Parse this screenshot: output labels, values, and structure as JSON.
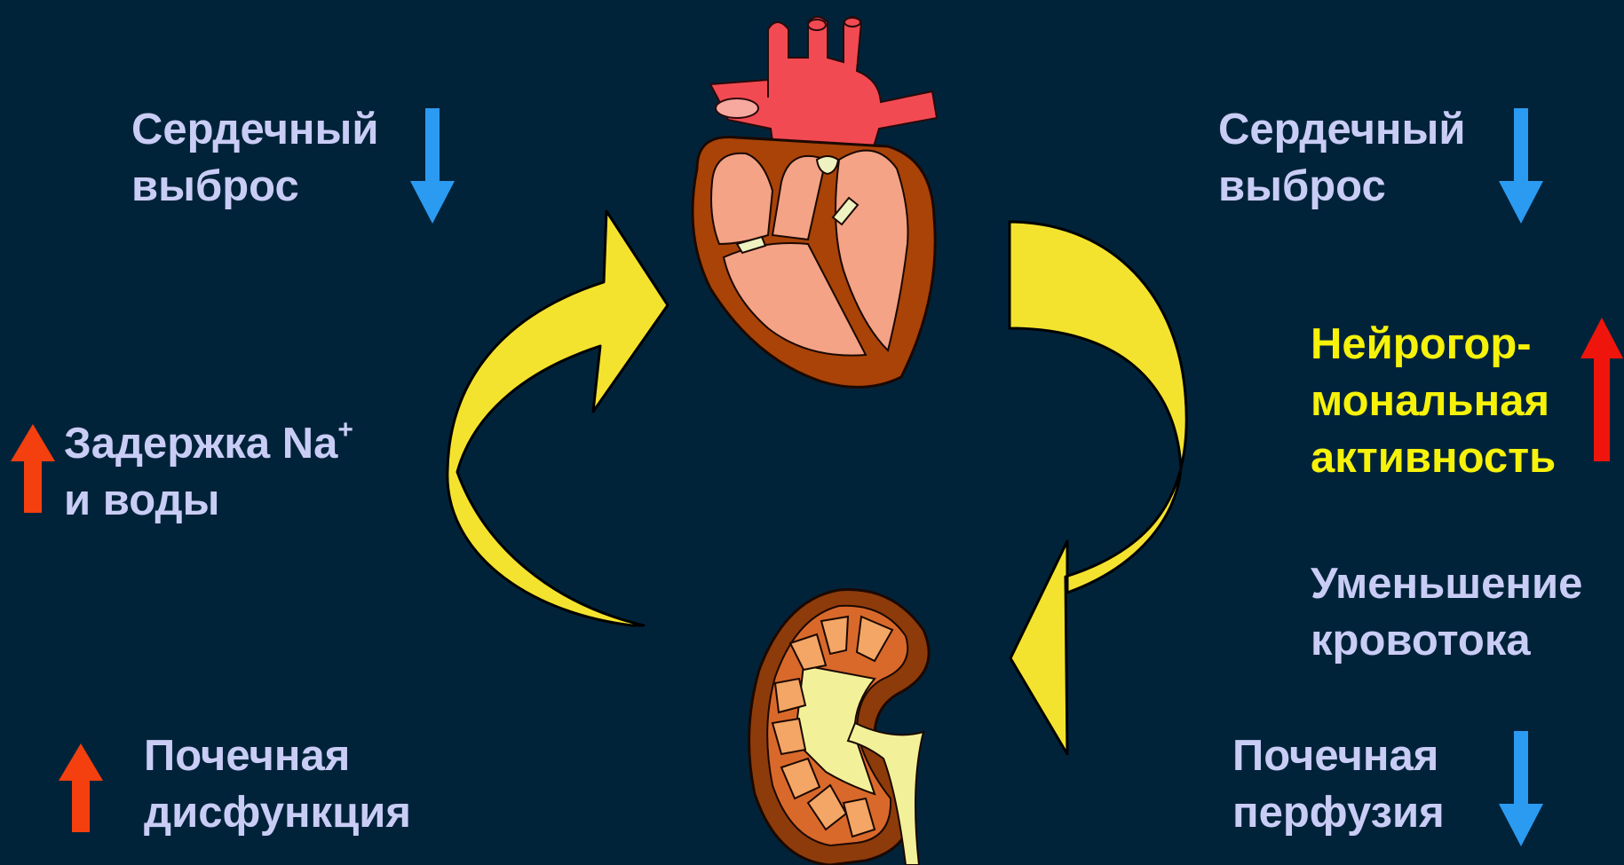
{
  "colors": {
    "background": "#01233a",
    "label": "#c9cdf6",
    "label_highlight": "#f6f20a",
    "cycle_arrow": "#f4e32e",
    "arrow_down": "#2b9bf2",
    "arrow_up_orange": "#f43f0f",
    "arrow_up_red": "#f0150c"
  },
  "labels": {
    "cardiac_output_left": {
      "line1": "Сердечный",
      "line2": "выброс"
    },
    "cardiac_output_right": {
      "line1": "Сердечный",
      "line2": "выброс"
    },
    "neurohormonal": {
      "line1": "Нейрогор-",
      "line2": "мональная",
      "line3": "активность"
    },
    "sodium_retention": {
      "line1": "Задержка Na",
      "superscript": "+",
      "line2": "и воды"
    },
    "blood_flow": {
      "line1": "Уменьшение",
      "line2": "кровотока"
    },
    "renal_dysfunction": {
      "line1": "Почечная",
      "line2": "дисфункция"
    },
    "renal_perfusion": {
      "line1": "Почечная",
      "line2": "перфузия"
    }
  },
  "indicators": {
    "cardiac_output_left": "down",
    "cardiac_output_right": "down",
    "neurohormonal": "up",
    "sodium_retention": "up",
    "renal_dysfunction": "up",
    "renal_perfusion": "down"
  },
  "icons": {
    "heart": "heart-icon",
    "kidney": "kidney-icon",
    "cycle_left": "cycle-arrow-up-icon",
    "cycle_right": "cycle-arrow-down-icon"
  }
}
